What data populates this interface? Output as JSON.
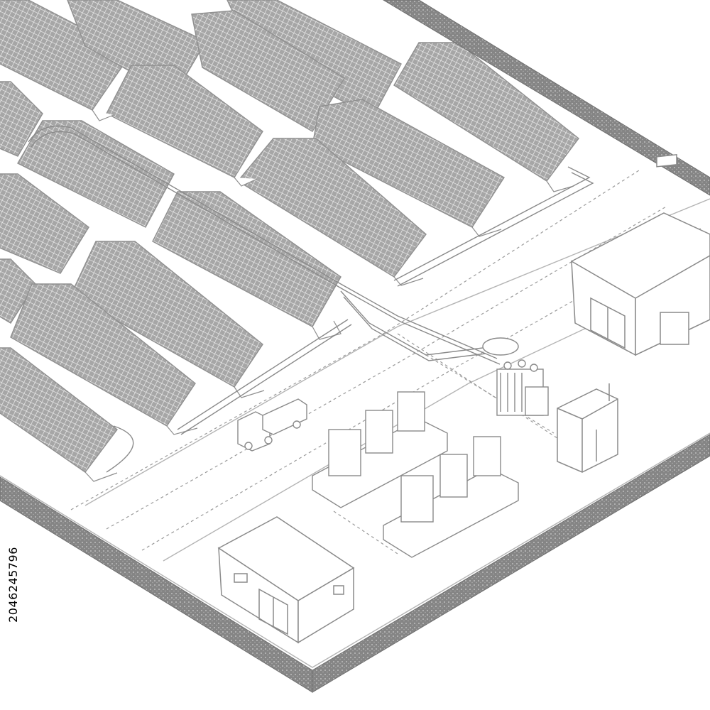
{
  "image_id_text": "2046245796",
  "colors": {
    "line": "#8a8a8a",
    "panel_fill": "#9c9c9c",
    "fence": "#7d7d7d",
    "background": "#ffffff",
    "id_text": "#000000"
  },
  "components": [
    "solar-panel-array",
    "cable-tray",
    "perimeter-fence",
    "service-road",
    "inverter-station",
    "transformer",
    "switchgear-cabinet",
    "control-building",
    "storage-building",
    "utility-truck"
  ]
}
